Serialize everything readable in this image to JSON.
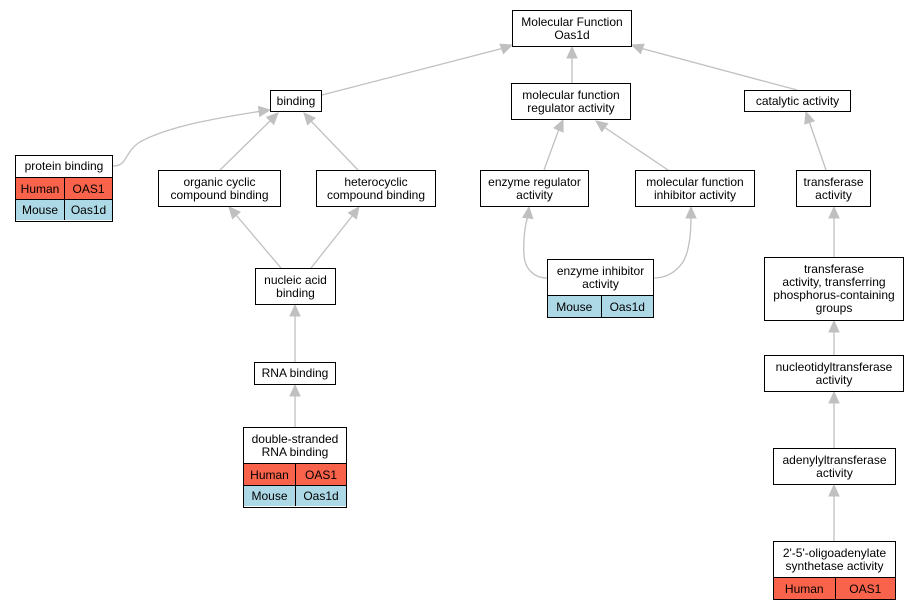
{
  "colors": {
    "edge": "#c0c0c0",
    "human": "#fa634b",
    "mouse": "#add8e6",
    "node_border": "#000000"
  },
  "nodes": {
    "root": {
      "label": "Molecular Function\nOas1d"
    },
    "binding": {
      "label": "binding"
    },
    "mf_regulator": {
      "label": "molecular function\nregulator activity"
    },
    "catalytic": {
      "label": "catalytic activity"
    },
    "protein_binding": {
      "label": "protein binding",
      "orthologs": [
        {
          "species": "Human",
          "gene": "OAS1"
        },
        {
          "species": "Mouse",
          "gene": "Oas1d"
        }
      ]
    },
    "organic_cyclic": {
      "label": "organic cyclic\ncompound binding"
    },
    "heterocyclic": {
      "label": "heterocyclic\ncompound binding"
    },
    "enzyme_regulator": {
      "label": "enzyme regulator\nactivity"
    },
    "mf_inhibitor": {
      "label": "molecular function\ninhibitor activity"
    },
    "transferase": {
      "label": "transferase\nactivity"
    },
    "nucleic_acid": {
      "label": "nucleic acid\nbinding"
    },
    "enzyme_inhibitor": {
      "label": "enzyme inhibitor\nactivity",
      "orthologs": [
        {
          "species": "Mouse",
          "gene": "Oas1d"
        }
      ]
    },
    "transferase_phos": {
      "label": "transferase\nactivity, transferring\nphosphorus-containing\ngroups"
    },
    "rna_binding": {
      "label": "RNA binding"
    },
    "nucleotidyl": {
      "label": "nucleotidyltransferase\nactivity"
    },
    "ds_rna": {
      "label": "double-stranded\nRNA binding",
      "orthologs": [
        {
          "species": "Human",
          "gene": "OAS1"
        },
        {
          "species": "Mouse",
          "gene": "Oas1d"
        }
      ]
    },
    "adenylyl": {
      "label": "adenylyltransferase\nactivity"
    },
    "oas": {
      "label": "2'-5'-oligoadenylate\nsynthetase activity",
      "orthologs": [
        {
          "species": "Human",
          "gene": "OAS1"
        }
      ]
    }
  },
  "edges": [
    {
      "from": "binding",
      "to": "root"
    },
    {
      "from": "mf_regulator",
      "to": "root"
    },
    {
      "from": "catalytic",
      "to": "root"
    },
    {
      "from": "protein_binding",
      "to": "binding"
    },
    {
      "from": "organic_cyclic",
      "to": "binding"
    },
    {
      "from": "heterocyclic",
      "to": "binding"
    },
    {
      "from": "enzyme_regulator",
      "to": "mf_regulator"
    },
    {
      "from": "mf_inhibitor",
      "to": "mf_regulator"
    },
    {
      "from": "transferase",
      "to": "catalytic"
    },
    {
      "from": "nucleic_acid",
      "to": "organic_cyclic"
    },
    {
      "from": "nucleic_acid",
      "to": "heterocyclic"
    },
    {
      "from": "enzyme_inhibitor",
      "to": "enzyme_regulator"
    },
    {
      "from": "enzyme_inhibitor",
      "to": "mf_inhibitor"
    },
    {
      "from": "transferase_phos",
      "to": "transferase"
    },
    {
      "from": "rna_binding",
      "to": "nucleic_acid"
    },
    {
      "from": "nucleotidyl",
      "to": "transferase_phos"
    },
    {
      "from": "ds_rna",
      "to": "rna_binding"
    },
    {
      "from": "adenylyl",
      "to": "nucleotidyl"
    },
    {
      "from": "oas",
      "to": "adenylyl"
    }
  ]
}
